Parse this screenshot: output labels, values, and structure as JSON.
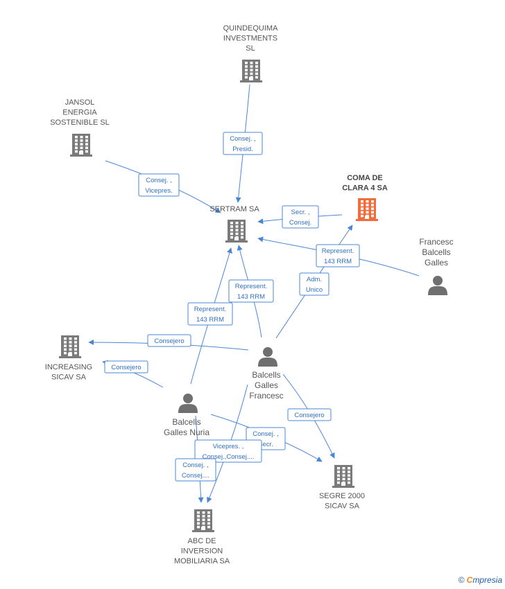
{
  "colors": {
    "edge": "#4a86d4",
    "company": "#7a7a7a",
    "focus": "#f26b3a",
    "person": "#6f6f6f"
  },
  "nodes": [
    {
      "id": "quindequima",
      "kind": "company",
      "label": [
        "QUINDEQUIMA",
        "INVESTMENTS",
        "SL"
      ]
    },
    {
      "id": "jansol",
      "kind": "company",
      "label": [
        "JANSOL",
        "ENERGIA",
        "SOSTENIBLE  SL"
      ]
    },
    {
      "id": "sertram",
      "kind": "company",
      "label": [
        "SERTRAM SA"
      ]
    },
    {
      "id": "coma",
      "kind": "focus",
      "label": [
        "COMA DE",
        "CLARA 4 SA"
      ]
    },
    {
      "id": "francesc_bg",
      "kind": "person",
      "label": [
        "Francesc",
        "Balcells",
        "Galles"
      ]
    },
    {
      "id": "increasing",
      "kind": "company",
      "label": [
        "INCREASING",
        "SICAV SA"
      ]
    },
    {
      "id": "balcells_f",
      "kind": "person",
      "label": [
        "Balcells",
        "Galles",
        "Francesc"
      ]
    },
    {
      "id": "balcells_n",
      "kind": "person",
      "label": [
        "Balcells",
        "Galles Nuria"
      ]
    },
    {
      "id": "segre",
      "kind": "company",
      "label": [
        "SEGRE 2000",
        "SICAV SA"
      ]
    },
    {
      "id": "abc",
      "kind": "company",
      "label": [
        "ABC DE",
        "INVERSION",
        "MOBILIARIA SA"
      ]
    }
  ],
  "edges": [
    {
      "id": "e1",
      "lines": [
        "Consej. ,",
        "Presid."
      ]
    },
    {
      "id": "e2",
      "lines": [
        "Consej. ,",
        "Vicepres."
      ]
    },
    {
      "id": "e3",
      "lines": [
        "Secr. ,",
        "Consej."
      ]
    },
    {
      "id": "e4",
      "lines": [
        "Represent.",
        "143 RRM"
      ]
    },
    {
      "id": "e5",
      "lines": [
        "Adm.",
        "Unico"
      ]
    },
    {
      "id": "e6",
      "lines": [
        "Represent.",
        "143 RRM"
      ]
    },
    {
      "id": "e7",
      "lines": [
        "Represent.",
        "143 RRM"
      ]
    },
    {
      "id": "e8",
      "lines": [
        "Consejero"
      ]
    },
    {
      "id": "e9",
      "lines": [
        "Consejero"
      ]
    },
    {
      "id": "e10",
      "lines": [
        "Consejero"
      ]
    },
    {
      "id": "e11",
      "lines": [
        "Consej. ,",
        "Secr."
      ]
    },
    {
      "id": "e12",
      "lines": [
        "Vicepres. ,",
        "Consej.,Consej...."
      ]
    },
    {
      "id": "e13",
      "lines": [
        "Consej. ,",
        "Consej...."
      ]
    }
  ],
  "footer": {
    "copyright": "©",
    "brand_e": "C",
    "brand_rest": "mpresia"
  }
}
